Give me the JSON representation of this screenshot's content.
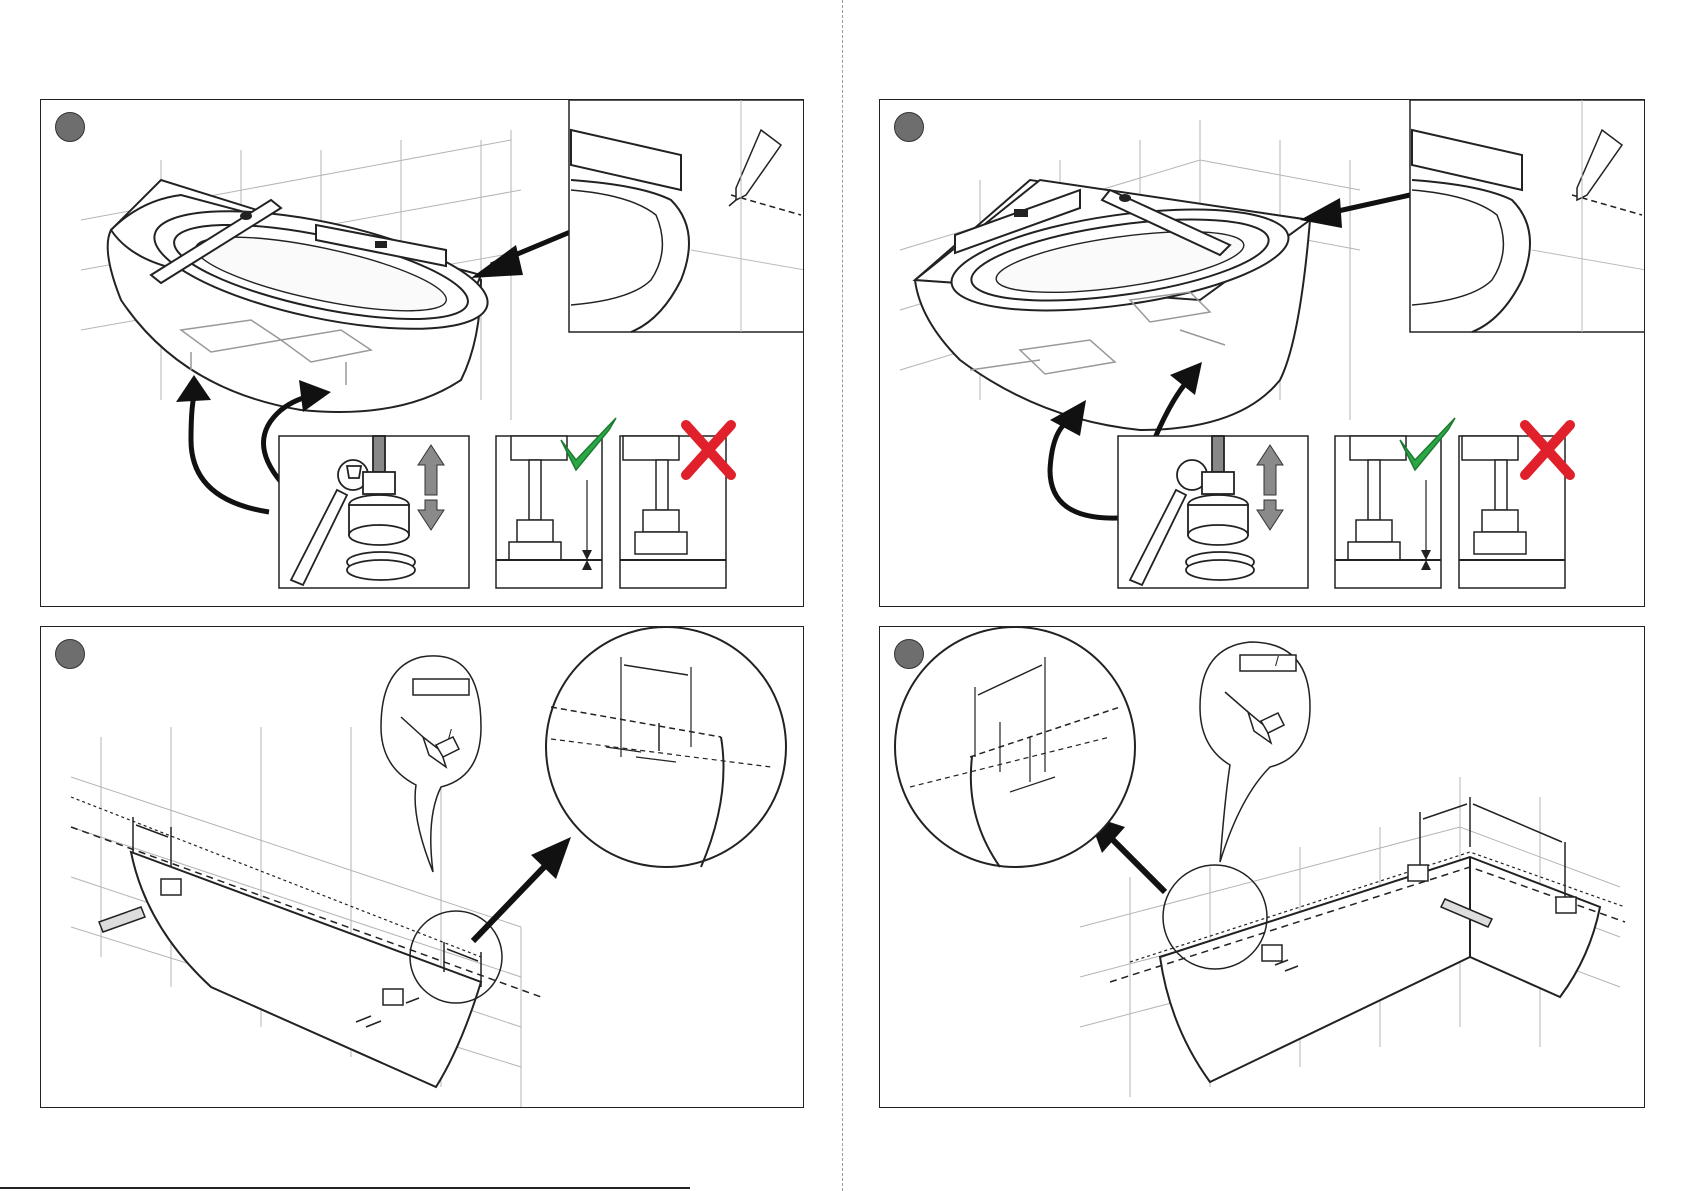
{
  "colors": {
    "line": "#222222",
    "grid": "#9a9a9a",
    "step_marker": "#6e6e6e",
    "check": "#2aa845",
    "cross": "#e0202a",
    "arrow_fill": "#111111",
    "adjust_arrow": "#8a8a8a"
  },
  "panels": [
    {
      "id": "step-1",
      "marker": "step-marker",
      "content": [
        "bathtub-freestanding-corner",
        "spirit-level",
        "pencil-mark-detail",
        "adjustable-feet",
        "wrench-icon",
        "check-icon",
        "cross-icon"
      ]
    },
    {
      "id": "step-2",
      "marker": "step-marker",
      "content": [
        "bathtub-corner",
        "spirit-level",
        "pencil-mark-detail",
        "adjustable-feet",
        "wrench-icon",
        "check-icon",
        "cross-icon"
      ]
    },
    {
      "id": "step-3",
      "marker": "step-marker",
      "content": [
        "wall-line-dashed",
        "bracket",
        "dowel-icon",
        "screw-icon",
        "drill-icon",
        "magnified-detail"
      ]
    },
    {
      "id": "step-4",
      "marker": "step-marker",
      "content": [
        "corner-wall-line-dashed",
        "bracket",
        "dowel-icon",
        "screw-icon",
        "drill-icon",
        "magnified-detail"
      ]
    }
  ],
  "drill_tag": {
    "text": "/"
  }
}
